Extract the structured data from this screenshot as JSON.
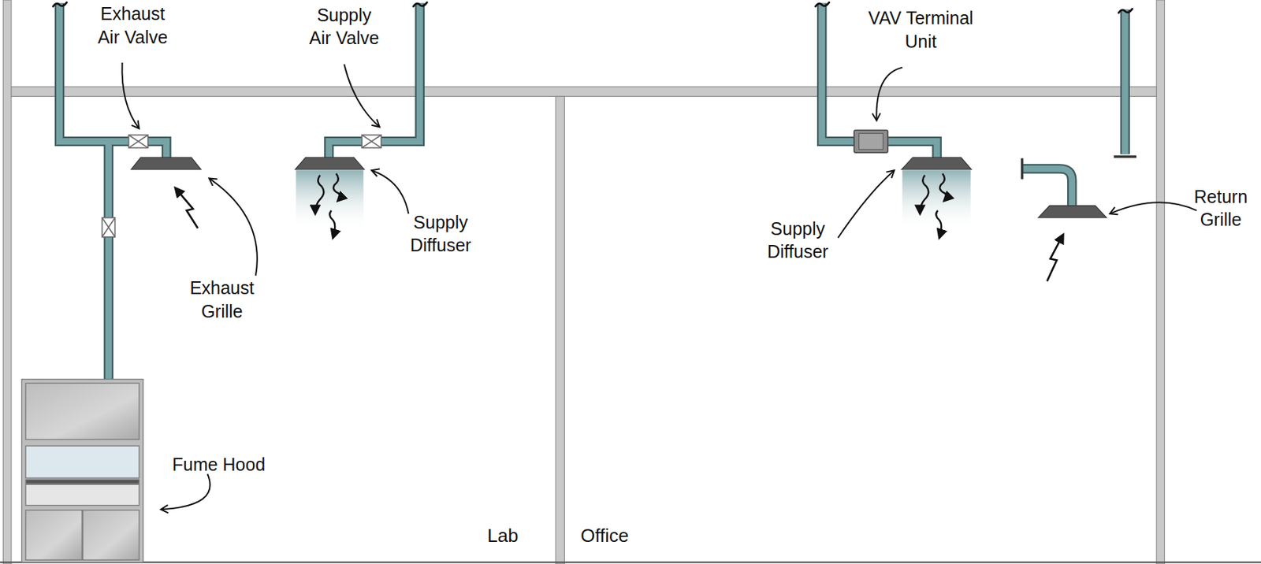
{
  "diagram": {
    "labels": [
      "Exhaust Air Valve",
      "Supply Air Valve",
      "Exhaust Grille",
      "Supply Diffuser",
      "Fume Hood",
      "Lab",
      "Office",
      "VAV Terminal Unit",
      "Supply Diffuser",
      "Return Grille"
    ]
  }
}
